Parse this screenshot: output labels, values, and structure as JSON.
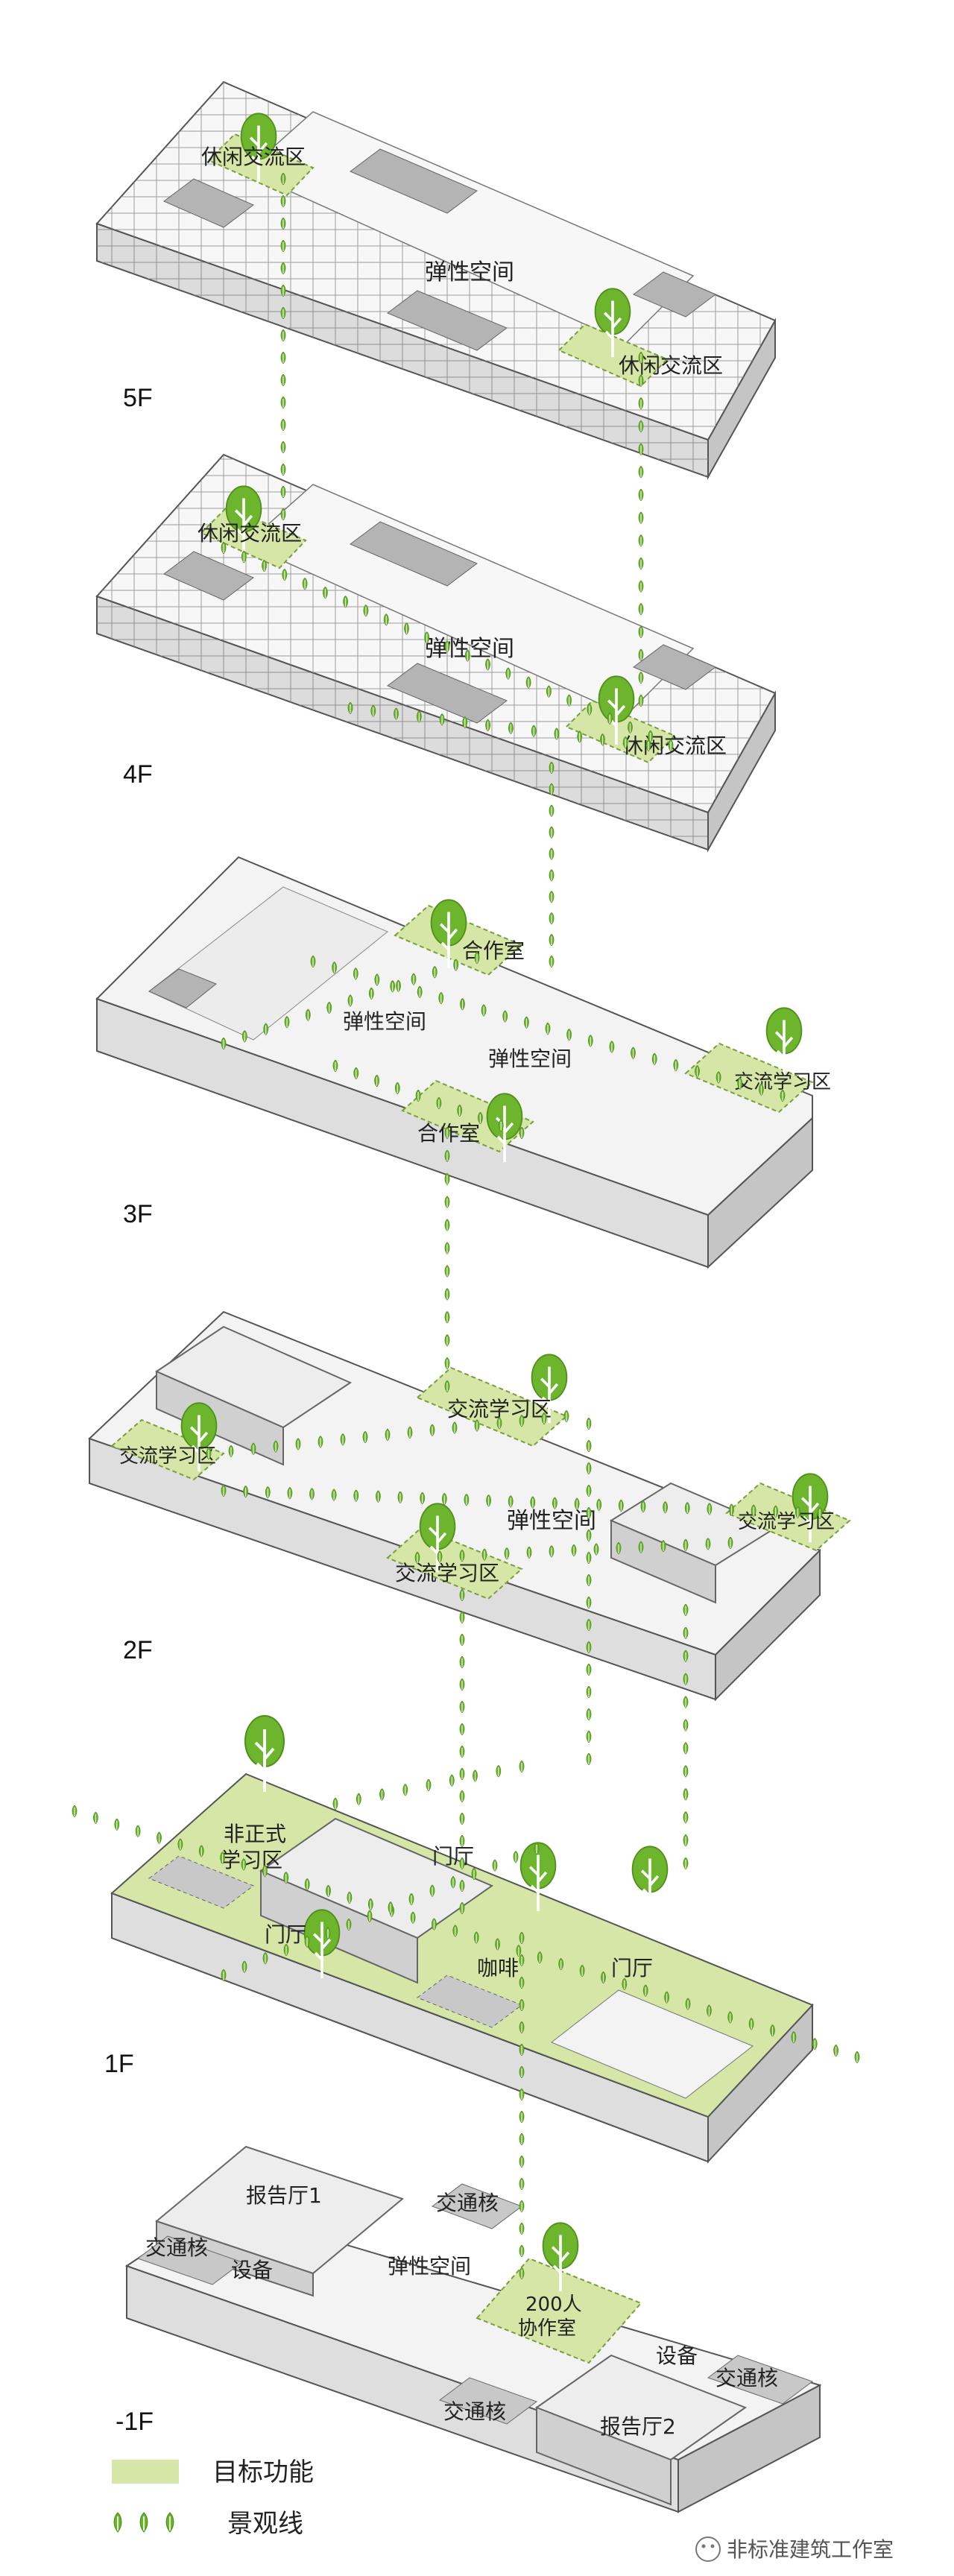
{
  "colors": {
    "target": "#d6e6a6",
    "tree": "#6cb52d",
    "tree_trunk": "#5a8a1e",
    "slab_top": "#f2f2f2",
    "slab_side": "#c9c9c9",
    "slab_front": "#dcdcdc",
    "grid": "#777777",
    "gray_block": "#b4b4b4"
  },
  "floors": {
    "f5": {
      "label": "5F",
      "rooms": [
        "休闲交流区",
        "弹性空间",
        "休闲交流区"
      ]
    },
    "f4": {
      "label": "4F",
      "rooms": [
        "休闲交流区",
        "弹性空间",
        "休闲交流区"
      ]
    },
    "f3": {
      "label": "3F",
      "rooms": [
        "合作室",
        "弹性空间",
        "弹性空间",
        "交流学习区",
        "合作室"
      ]
    },
    "f2": {
      "label": "2F",
      "rooms": [
        "交流学习区",
        "交流学习区",
        "弹性空间",
        "交流学习区",
        "交流学习区"
      ]
    },
    "f1": {
      "label": "1F",
      "rooms": [
        "非正式",
        "学习区",
        "门厅",
        "门厅",
        "咖啡",
        "门厅"
      ]
    },
    "fb1": {
      "label": "-1F",
      "rooms": [
        "报告厅1",
        "交通核",
        "交通核",
        "设备",
        "弹性空间",
        "200人",
        "协作室",
        "设备",
        "交通核",
        "交通核",
        "报告厅2"
      ]
    }
  },
  "legend": {
    "target_label": "目标功能",
    "landscape_label": "景观线"
  },
  "watermark": "非标准建筑工作室"
}
